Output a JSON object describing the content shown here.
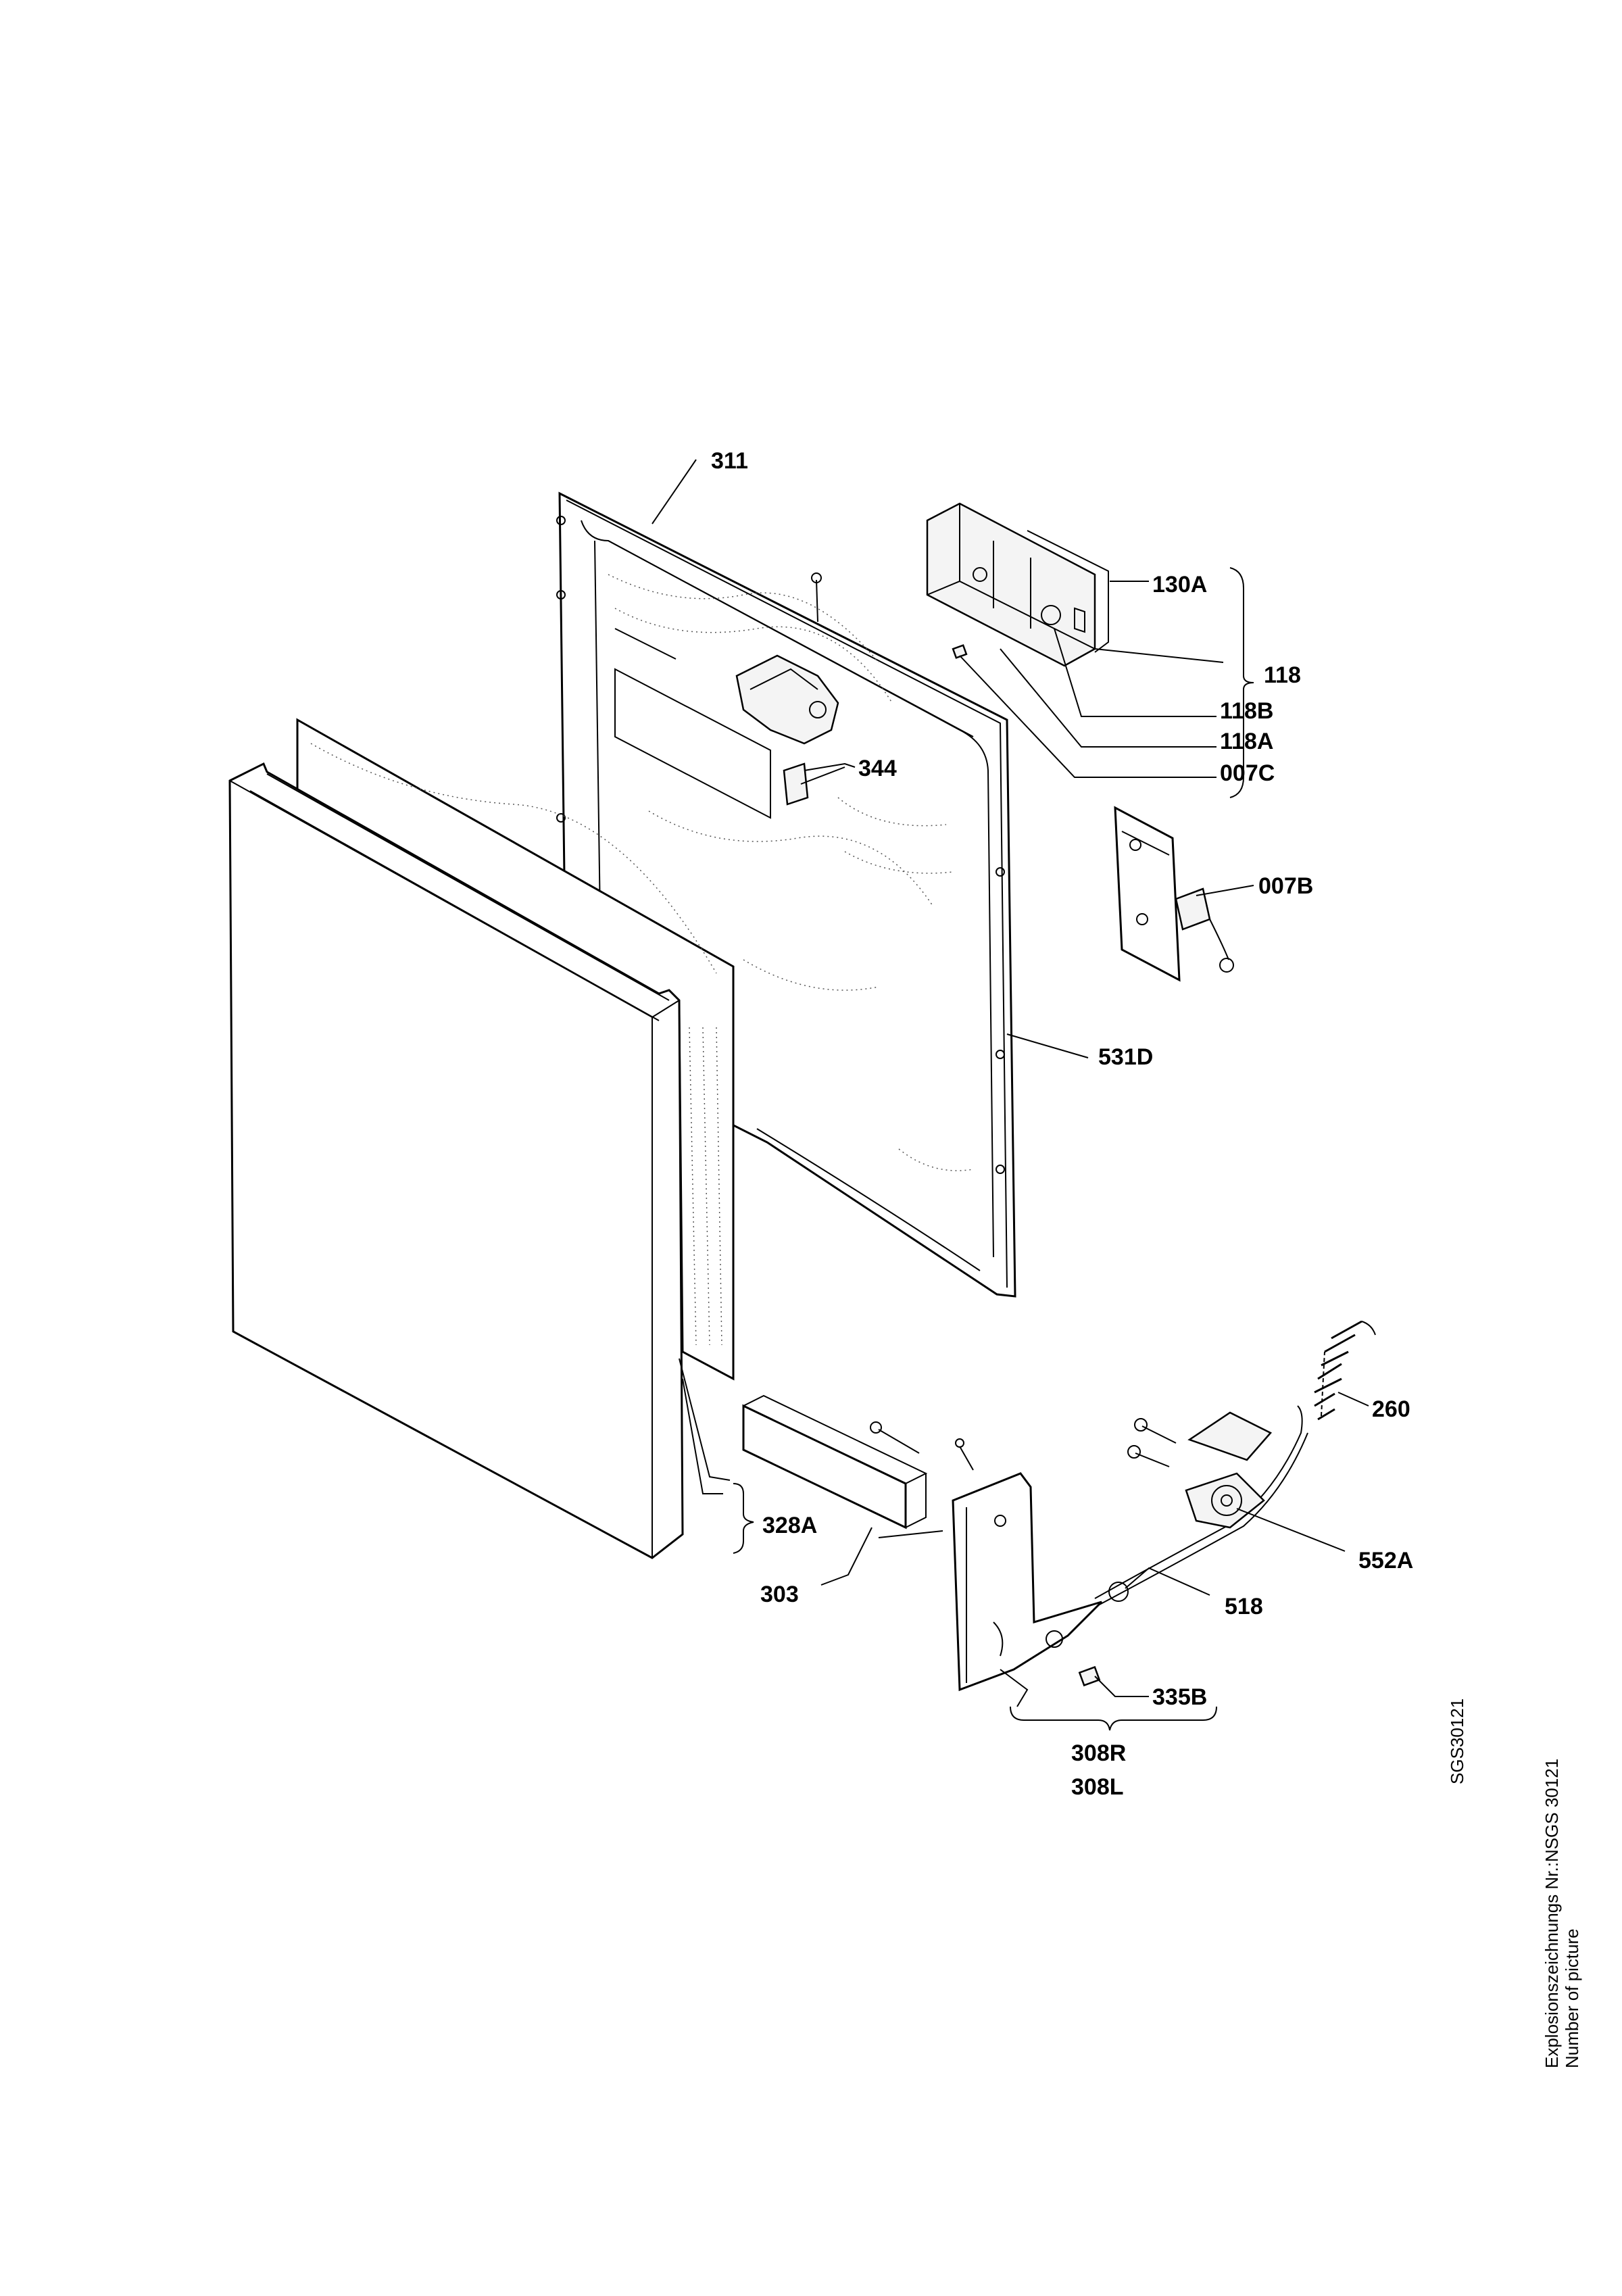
{
  "part_labels": {
    "p311": "311",
    "p130A": "130A",
    "p118": "118",
    "p118B": "118B",
    "p118A": "118A",
    "p007C": "007C",
    "p344": "344",
    "p007B": "007B",
    "p531D": "531D",
    "p260": "260",
    "p328A": "328A",
    "p552A": "552A",
    "p303": "303",
    "p518": "518",
    "p335B": "335B",
    "p308R": "308R",
    "p308L": "308L"
  },
  "drawing_number": "SGS30121",
  "footer": {
    "line1": "Explosionszeichnungs Nr.:NSGS 30121",
    "line2": "Number of picture"
  },
  "colors": {
    "line": "#000000",
    "background": "#ffffff"
  }
}
